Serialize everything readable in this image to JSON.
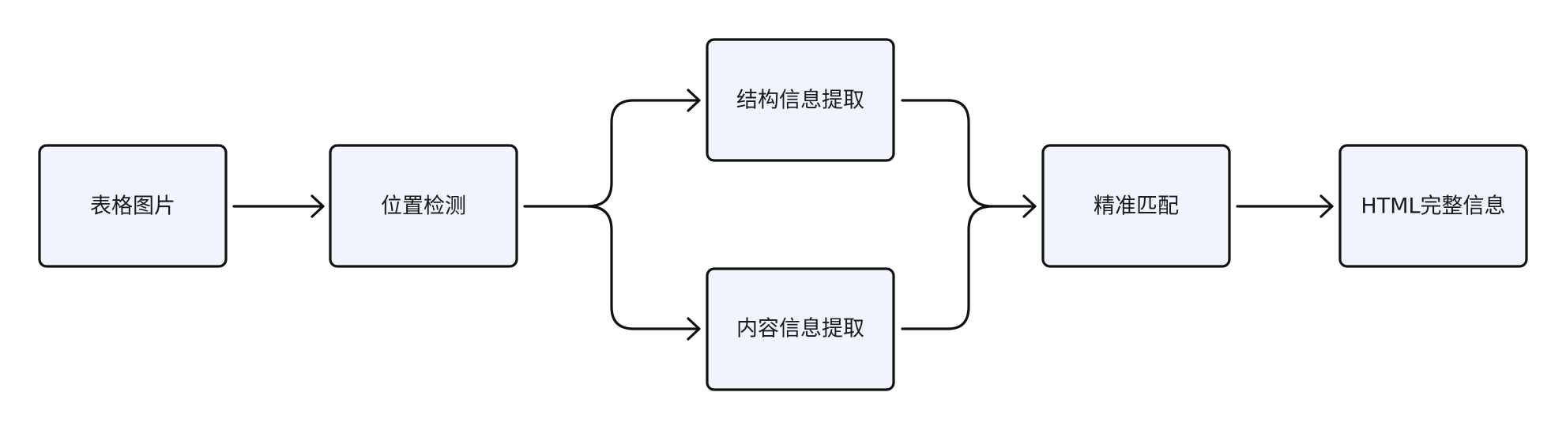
{
  "nodes": {
    "table_image": "表格图片",
    "position_detection": "位置检测",
    "structure_extraction": "结构信息提取",
    "content_extraction": "内容信息提取",
    "precise_matching": "精准匹配",
    "html_complete_info": "HTML完整信息"
  }
}
